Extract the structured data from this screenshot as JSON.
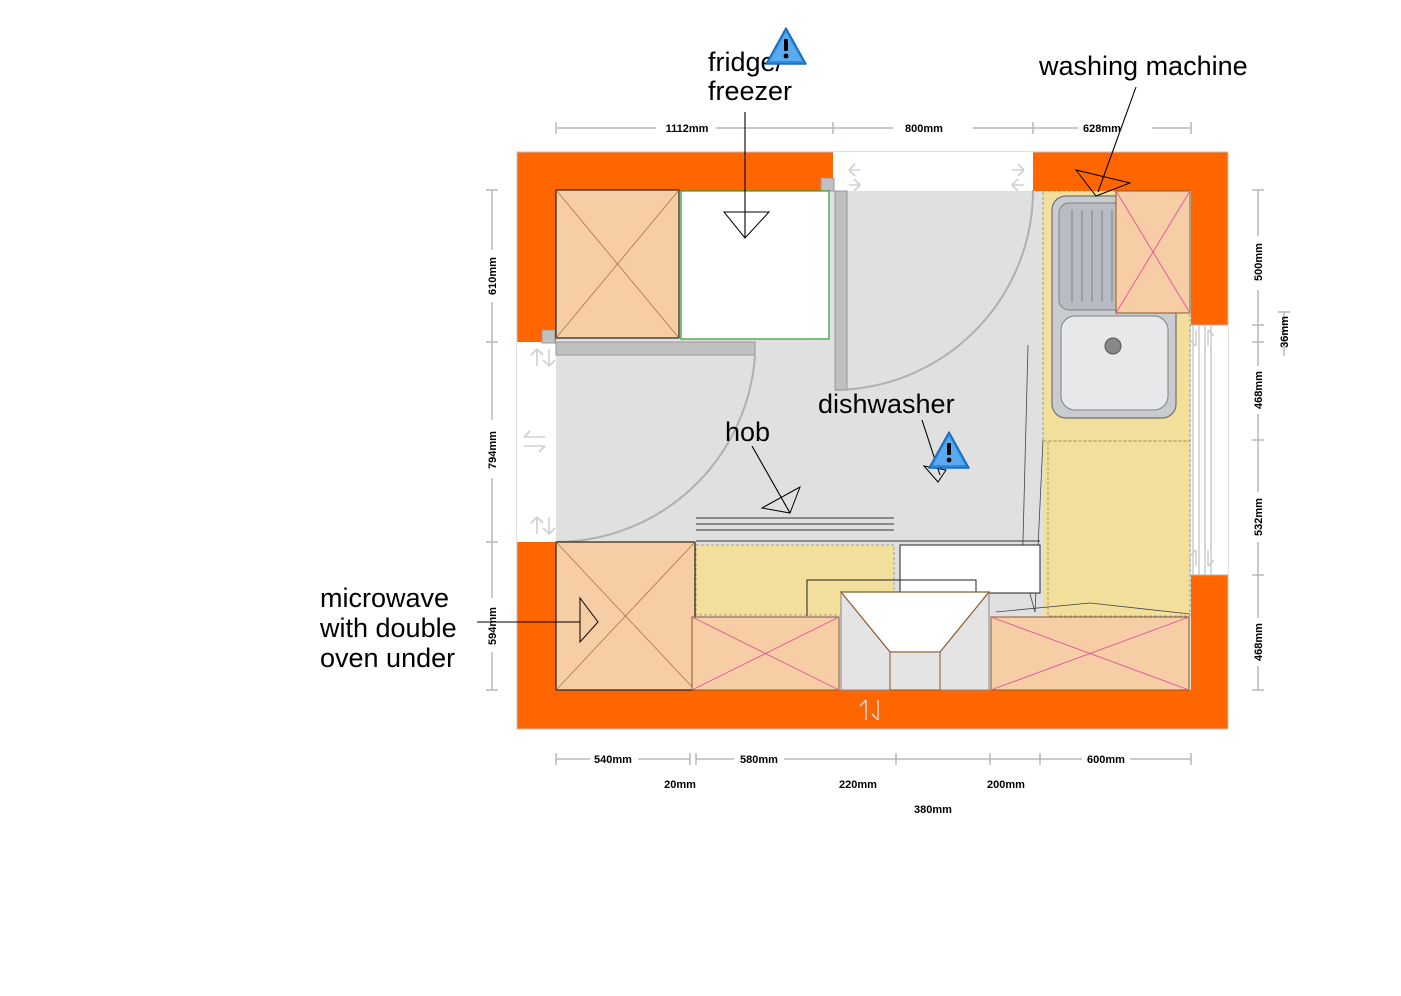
{
  "labels": {
    "fridge_line1": "fridge/",
    "fridge_line2": "freezer",
    "washing_machine": "washing machine",
    "dishwasher": "dishwasher",
    "hob": "hob",
    "microwave_line1": "microwave",
    "microwave_line2": "with double",
    "microwave_line3": "oven under"
  },
  "dimensions": {
    "top": [
      "1112mm",
      "800mm",
      "628mm"
    ],
    "left": [
      "610mm",
      "794mm",
      "594mm"
    ],
    "right": [
      "500mm",
      "36mm",
      "468mm",
      "532mm",
      "468mm"
    ],
    "bottom_row1": [
      "540mm",
      "580mm",
      "600mm"
    ],
    "bottom_row2": [
      "20mm",
      "220mm",
      "200mm"
    ],
    "bottom_row3": [
      "380mm"
    ]
  },
  "colors": {
    "wall": "#ff6600",
    "floor": "#e0e0e0",
    "worktop": "#f3df9c",
    "unit": "#f7cda6",
    "warning": "#2a8ae0"
  },
  "icons": [
    "warning-icon",
    "warning-icon"
  ]
}
